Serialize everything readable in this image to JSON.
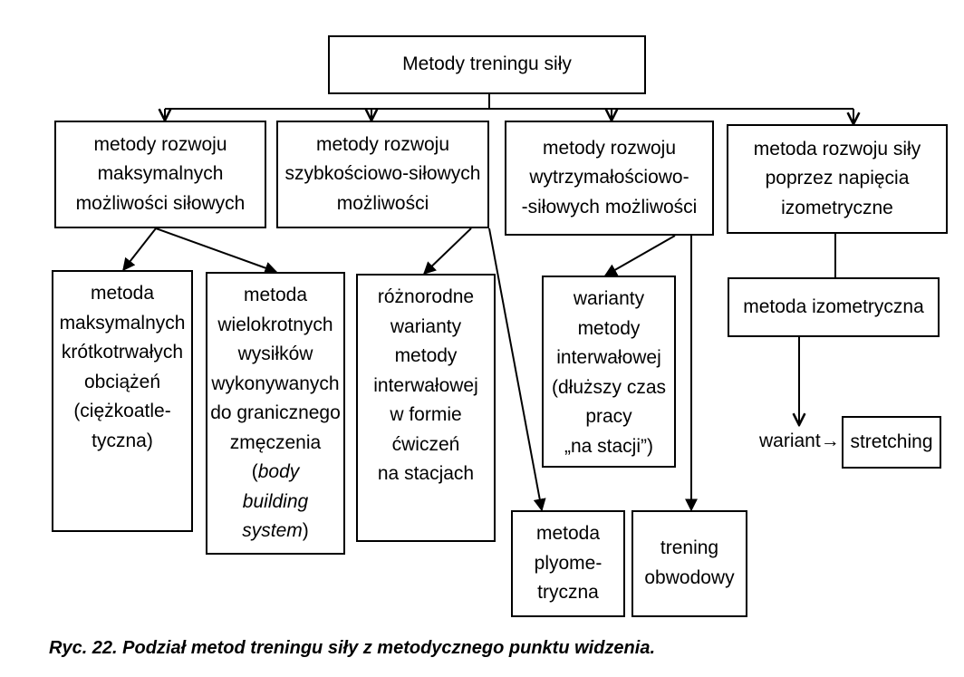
{
  "root": {
    "label": "Metody treningu siły"
  },
  "level1": [
    {
      "lines": [
        "metody rozwoju",
        "maksymalnych",
        "możliwości siłowych"
      ]
    },
    {
      "lines": [
        "metody rozwoju",
        "szybkościowo-siłowych",
        "możliwości"
      ]
    },
    {
      "lines": [
        "metody rozwoju",
        "wytrzymałościowo-",
        "-siłowych możliwości"
      ]
    },
    {
      "lines": [
        "metoda rozwoju siły",
        "poprzez napięcia",
        "izometryczne"
      ]
    }
  ],
  "level2": [
    {
      "lines": [
        "metoda",
        "maksymalnych",
        "krótkotrwałych",
        "obciążeń",
        "(ciężkoatle-",
        "tyczna)"
      ]
    },
    {
      "lines": [
        "metoda",
        "wielokrotnych",
        "wysiłków",
        "wykonywanych",
        "do granicznego",
        "zmęczenia"
      ],
      "italic_lines": [
        {
          "pre": "(",
          "text": "body"
        },
        {
          "pre": "",
          "text": "building"
        }
      ],
      "last_line": {
        "text": "system",
        "post": ")"
      }
    },
    {
      "lines": [
        "różnorodne",
        "warianty",
        "metody",
        "interwałowej",
        "w formie",
        "ćwiczeń",
        "na stacjach"
      ]
    },
    {
      "lines": [
        "warianty",
        "metody",
        "interwałowej",
        "(dłuższy czas",
        "pracy",
        "„na stacji”)"
      ]
    },
    {
      "lines": [
        "metoda izometryczna"
      ]
    }
  ],
  "level3": [
    {
      "lines": [
        "metoda",
        "plyome-",
        "tryczna"
      ]
    },
    {
      "lines": [
        "trening",
        "obwodowy"
      ]
    },
    {
      "lines": [
        "stretching"
      ]
    }
  ],
  "variant_label": "wariant→",
  "caption": "Ryc. 22. Podział metod treningu siły z metodycznego punktu widzenia.",
  "colors": {
    "line": "#000000",
    "background": "#ffffff"
  }
}
